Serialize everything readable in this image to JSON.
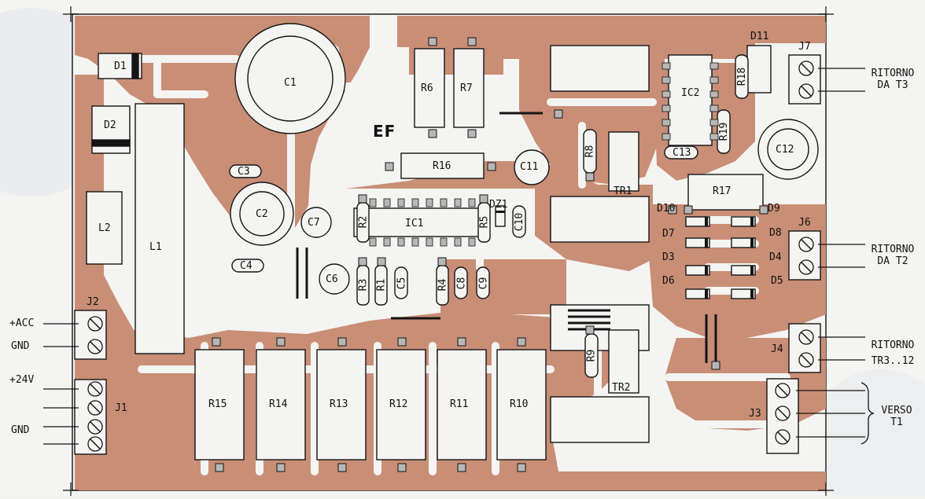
{
  "board": {
    "title": "EF",
    "colors": {
      "copper": "#c98e76",
      "ink": "#141414",
      "paper": "#f4f4f2",
      "pad": "#b7b7b7"
    }
  },
  "components": {
    "D1": "D1",
    "D2": "D2",
    "C1": "C1",
    "C2": "C2",
    "C3": "C3",
    "C4": "C4",
    "C5": "C5",
    "C6": "C6",
    "C7": "C7",
    "C8": "C8",
    "C9": "C9",
    "C10": "C10",
    "C11": "C11",
    "C12": "C12",
    "C13": "C13",
    "L1": "L1",
    "L2": "L2",
    "R1": "R1",
    "R2": "R2",
    "R3": "R3",
    "R4": "R4",
    "R5": "R5",
    "R6": "R6",
    "R7": "R7",
    "R8": "R8",
    "R9": "R9",
    "R10": "R10",
    "R11": "R11",
    "R12": "R12",
    "R13": "R13",
    "R14": "R14",
    "R15": "R15",
    "R16": "R16",
    "R17": "R17",
    "R18": "R18",
    "R19": "R19",
    "IC1": "IC1",
    "IC2": "IC2",
    "TR1": "TR1",
    "TR2": "TR2",
    "DZ1": "DZ1",
    "D3": "D3",
    "D4": "D4",
    "D5": "D5",
    "D6": "D6",
    "D7": "D7",
    "D8": "D8",
    "D9": "D9",
    "D10": "D10",
    "D11": "D11",
    "J1": "J1",
    "J2": "J2",
    "J3": "J3",
    "J4": "J4",
    "J6": "J6",
    "J7": "J7"
  },
  "terminals": {
    "acc": "+ACC",
    "gnd_j2": "GND",
    "v24": "+24V",
    "gnd_j1": "GND",
    "ritorno_t3_line1": "RITORNO",
    "ritorno_t3_line2": "DA T3",
    "ritorno_t2_line1": "RITORNO",
    "ritorno_t2_line2": "DA T2",
    "ritorno_tr_line1": "RITORNO",
    "ritorno_tr_line2": "TR3..12",
    "verso_line1": "VERSO",
    "verso_line2": "T1"
  }
}
